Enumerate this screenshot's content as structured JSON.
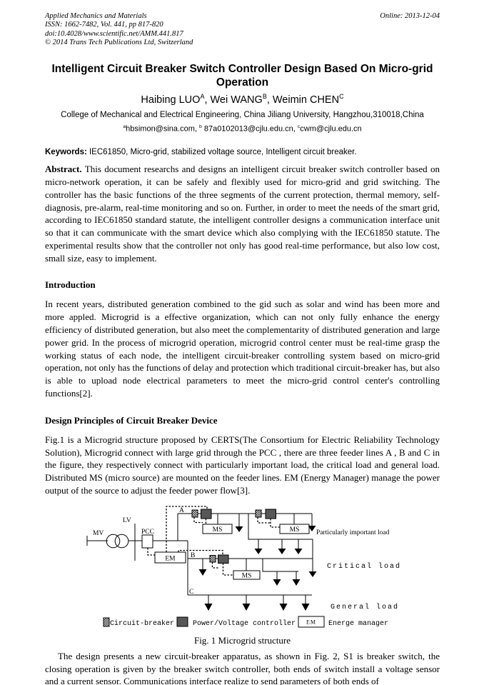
{
  "header": {
    "journal": "Applied Mechanics and Materials",
    "issn_line": "ISSN: 1662-7482, Vol. 441, pp 817-820",
    "doi_line": "doi:10.4028/www.scientific.net/AMM.441.817",
    "copyright_line": "© 2014 Trans Tech Publications Ltd, Switzerland",
    "online_date": "Online: 2013-12-04"
  },
  "title": "Intelligent Circuit Breaker Switch Controller Design Based On Micro-grid Operation",
  "authors": [
    {
      "name": "Haibing LUO",
      "sup": "A",
      "sep": ", "
    },
    {
      "name": "Wei WANG",
      "sup": "B",
      "sep": ", "
    },
    {
      "name": "Weimin CHEN",
      "sup": "C",
      "sep": ""
    }
  ],
  "affiliation": "College of Mechanical and Electrical Engineering, China Jiliang University, Hangzhou,310018,China",
  "emails": [
    {
      "sup": "a",
      "text": "hbsimon@sina.com, "
    },
    {
      "sup": "b",
      "text": " 87a0102013@cjlu.edu.cn, "
    },
    {
      "sup": "c",
      "text": "cwm@cjlu.edu.cn"
    }
  ],
  "keywords": {
    "label": "Keywords:",
    "text": " IEC61850, Micro-grid, stabilized voltage source, Intelligent circuit breaker."
  },
  "abstract": {
    "label": "Abstract.",
    "text": " This document researchs and designs an intelligent circuit breaker switch controller based on micro-network operation, it can be safely and flexibly used for micro-grid and grid switching. The controller has the basic functions of the three segments of the current protection, thermal memory, self-diagnosis, pre-alarm, real-time monitoring and so on. Further, in order to meet the needs of the smart grid, according to IEC61850 standard statute, the intelligent controller designs a communication interface unit so that it can communicate with the smart device which also complying with the IEC61850 statute. The experimental results show that the controller not only has good real-time performance, but also low cost, small size, easy to implement."
  },
  "sections": {
    "introduction": {
      "heading": "Introduction",
      "body": "In recent  years, distributed generation combined to the gid such as solar and wind has been more and more appled. Microgrid is a effective organization, which can not only fully enhance the energy efficiency of distributed generation, but also meet the complementarity of distributed generation and large power grid. In the process of microgrid operation, microgrid control center must be real-time grasp the working status of each node, the intelligent circuit-breaker controlling system based on micro-grid operation, not only has the functions of delay and protection which traditional circuit-breaker has, but also is able to upload node electrical parameters to meet the micro-grid control center's controlling functions[2]."
    },
    "design": {
      "heading": "Design Principles of Circuit Breaker Device",
      "body": "Fig.1 is a Microgrid structure proposed by CERTS(The Consortium for Electric Reliability Technology Solution), Microgrid connect with large grid through the PCC , there are three feeder lines A , B and C in the figure, they  respectively connect with particularly important load, the critical load and general load. Distributed MS (micro source) are mounted on the feeder lines. EM (Energy Manager) manage the power output of the source to adjust the feeder power flow[3]."
    }
  },
  "figure": {
    "caption": "Fig. 1 Microgrid structure",
    "labels": {
      "mv": "MV",
      "lv": "LV",
      "pcc": "PCC",
      "em": "EM",
      "ms": "MS",
      "feeder_a": "A",
      "feeder_b": "B",
      "feeder_c": "C",
      "load_a": "Particularly important load",
      "load_b": "Critical load",
      "load_c": "General load"
    },
    "legend": {
      "circuit_breaker": "Circuit-breaker",
      "power_voltage_controller": "Power/Voltage controller",
      "em_box": "EM",
      "energy_manager": "Energe manager"
    },
    "colors": {
      "controller_fill": "#575757",
      "line": "#000000"
    }
  },
  "closing_paragraph": "The design presents a new circuit-breaker apparatus, as shown in Fig. 2, S1 is breaker switch, the closing operation is given by the breaker switch controller, both ends of  switch install a voltage sensor and a current sensor. Communications interface realize to send parameters of  both ends of"
}
